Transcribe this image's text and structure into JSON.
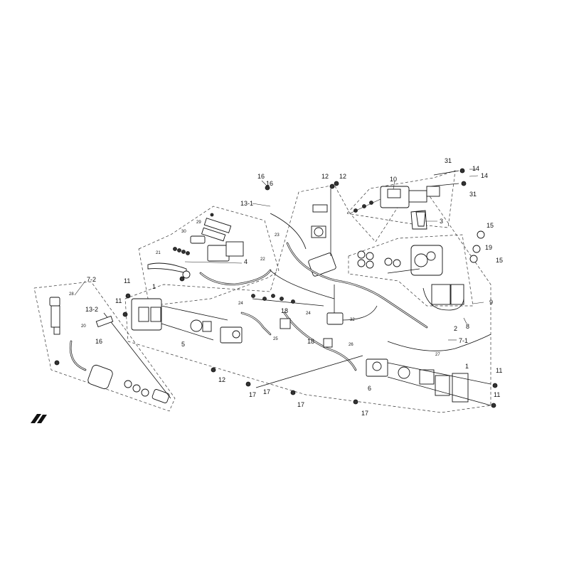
{
  "diagram": {
    "callouts": {
      "p16a": "16",
      "p16b": "16",
      "p13_1": "13-1",
      "p12a": "12",
      "p12b": "12",
      "p10": "10",
      "p31a": "31",
      "p14a": "14",
      "p14b": "14",
      "p31b": "31",
      "p3": "3",
      "p29": "29",
      "p30": "30",
      "p21": "21",
      "p4": "4",
      "p22": "22",
      "p23": "23",
      "p15a": "15",
      "p19": "19",
      "p15b": "15",
      "p7_2": "7-2",
      "p28": "28",
      "p11a": "11",
      "p13_2": "13-2",
      "p20": "20",
      "p16c": "16",
      "p11b": "11",
      "p1a": "1",
      "p24a": "24",
      "p18a": "18",
      "p24b": "24",
      "p25": "25",
      "p5": "5",
      "p32": "32",
      "p9": "9",
      "p2": "2",
      "p8": "8",
      "p7_1": "7-1",
      "p27": "27",
      "p18b": "18",
      "p26": "26",
      "p12c": "12",
      "p17a": "17",
      "p17b": "17",
      "p17c": "17",
      "p17d": "17",
      "p6": "6",
      "p1b": "1",
      "p11c": "11",
      "p11d": "11"
    },
    "colors": {
      "line": "#111111",
      "background": "#ffffff"
    },
    "icons": [
      "brand-logo-icon"
    ]
  }
}
